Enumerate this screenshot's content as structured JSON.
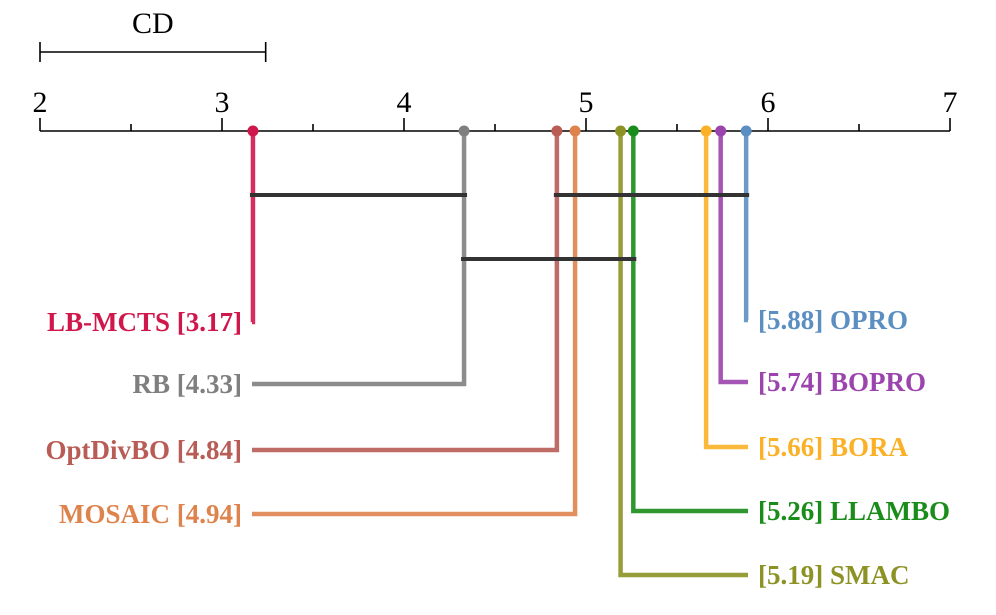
{
  "chart_data": {
    "type": "critical-difference",
    "title": "",
    "xlabel": "",
    "ylabel": "",
    "xlim": [
      2,
      7
    ],
    "ticks": [
      "2",
      "3",
      "4",
      "5",
      "6",
      "7"
    ],
    "cd": {
      "label": "CD",
      "start": 2,
      "end": 3.24
    },
    "methods_left": [
      {
        "name": "LB-MCTS",
        "rank": 3.17,
        "label": "LB-MCTS [3.17]",
        "color": "#d0174c"
      },
      {
        "name": "RB",
        "rank": 4.33,
        "label": "RB [4.33]",
        "color": "#7f7f7f"
      },
      {
        "name": "OptDivBO",
        "rank": 4.84,
        "label": "OptDivBO [4.84]",
        "color": "#b85c55"
      },
      {
        "name": "MOSAIC",
        "rank": 4.94,
        "label": "MOSAIC [4.94]",
        "color": "#de834c"
      }
    ],
    "methods_right": [
      {
        "name": "OPRO",
        "rank": 5.88,
        "label": "[5.88] OPRO",
        "color": "#5b8fc2"
      },
      {
        "name": "BOPRO",
        "rank": 5.74,
        "label": "[5.74] BOPRO",
        "color": "#9b44ad"
      },
      {
        "name": "BORA",
        "rank": 5.66,
        "label": "[5.66] BORA",
        "color": "#fbb127"
      },
      {
        "name": "LLAMBO",
        "rank": 5.26,
        "label": "[5.26] LLAMBO",
        "color": "#1a8c1a"
      },
      {
        "name": "SMAC",
        "rank": 5.19,
        "label": "[5.19] SMAC",
        "color": "#8c9224"
      }
    ],
    "cliques": [
      {
        "from": 3.17,
        "to": 4.33
      },
      {
        "from": 4.84,
        "to": 5.88
      },
      {
        "from": 4.33,
        "to": 5.26
      }
    ]
  }
}
